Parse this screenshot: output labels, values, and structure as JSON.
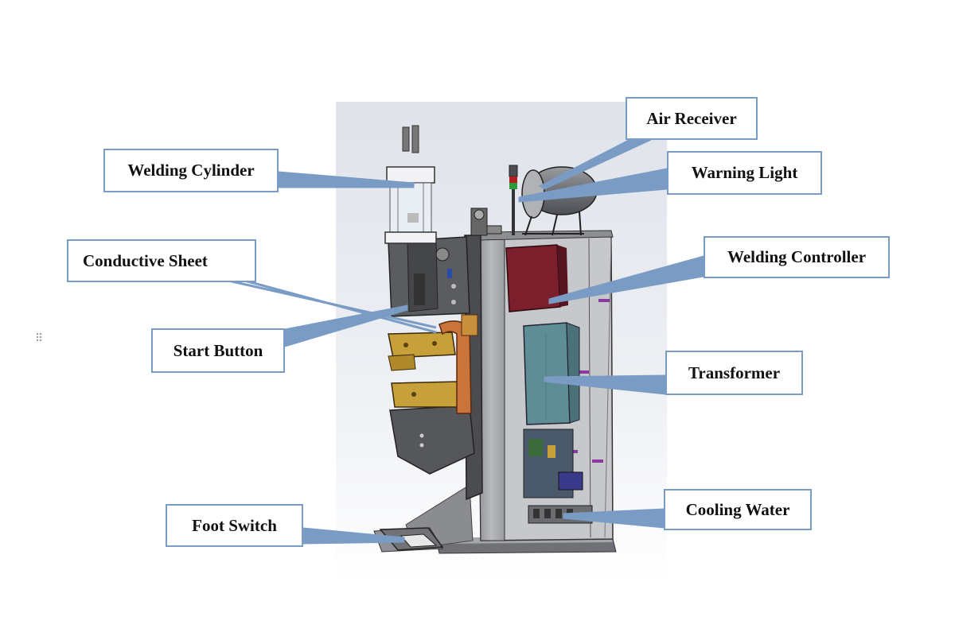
{
  "labels": {
    "welding_cylinder": "Welding Cylinder",
    "conductive_sheet": "Conductive Sheet",
    "start_button": "Start Button",
    "foot_switch": "Foot Switch",
    "air_receiver": "Air Receiver",
    "warning_light": "Warning Light",
    "welding_controller": "Welding Controller",
    "transformer": "Transformer",
    "cooling_water": "Cooling Water"
  },
  "colors": {
    "callout_border": "#7a9cc4",
    "leader_line": "#7a9cc4",
    "background": "#ffffff",
    "render_backdrop": "#e3e7ee",
    "machine_frame": "#a9abae",
    "welding_controller_box": "#7a1f2b",
    "transformer_box": "#5d8a92",
    "copper_parts": "#c8743a",
    "electrode_arms": "#c8a03a"
  },
  "icons": {
    "drag_handle": "drag-handle-icon"
  }
}
